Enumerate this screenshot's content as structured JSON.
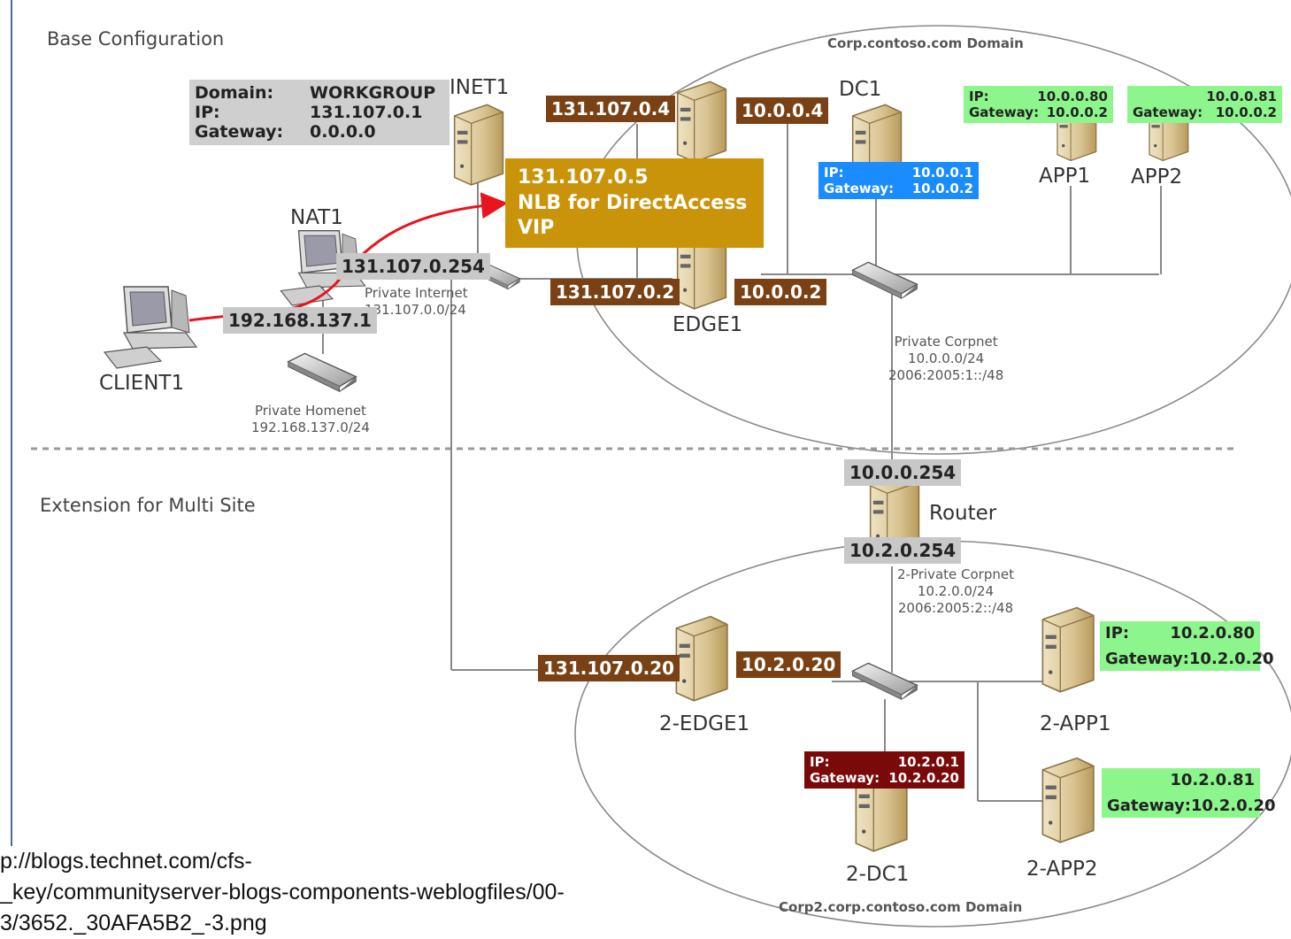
{
  "sections": {
    "base": "Base Configuration",
    "extension": "Extension for Multi Site"
  },
  "domains": {
    "corp": "Corp.contoso.com Domain",
    "corp2": "Corp2.corp.contoso.com Domain"
  },
  "hosts": {
    "inet1": "INET1",
    "nat1": "NAT1",
    "client1": "CLIENT1",
    "dc1": "DC1",
    "app1": "APP1",
    "app2": "APP2",
    "edge1": "EDGE1",
    "router": "Router",
    "edge2": "2-EDGE1",
    "app2_1": "2-APP1",
    "app2_2": "2-APP2",
    "dc2": "2-DC1"
  },
  "networks": {
    "private_internet": "Private Internet\n131.107.0.0/24",
    "private_homenet": "Private Homenet\n192.168.137.0/24",
    "private_corpnet": "Private Corpnet\n10.0.0.0/24\n2006:2005:1::/48",
    "private_corpnet2": "2-Private Corpnet\n10.2.0.0/24\n2006:2005:2::/48"
  },
  "inet1_info": {
    "domain_key": "Domain:",
    "domain_val": "WORKGROUP",
    "ip_key": "IP:",
    "ip_val": "131.107.0.1",
    "gw_key": "Gateway:",
    "gw_val": "0.0.0.0"
  },
  "nlb": {
    "line1": "131.107.0.5",
    "line2": "NLB for DirectAccess",
    "line3": "VIP"
  },
  "addresses": {
    "edge1_ext_top": "131.107.0.4",
    "edge1_int_top": "10.0.0.4",
    "edge1_ext_bottom": "131.107.0.2",
    "edge1_int_bottom": "10.0.0.2",
    "nat1_ext": "131.107.0.254",
    "nat1_int": "192.168.137.1",
    "router_top": "10.0.0.254",
    "router_bottom": "10.2.0.254",
    "edge2_ext": "131.107.0.20",
    "edge2_int": "10.2.0.20"
  },
  "ip_boxes": {
    "dc1": {
      "ip_key": "IP:",
      "ip_val": "10.0.0.1",
      "gw_key": "Gateway:",
      "gw_val": "10.0.0.2"
    },
    "app1": {
      "ip_key": "IP:",
      "ip_val": "10.0.0.80",
      "gw_key": "Gateway:",
      "gw_val": "10.0.0.2"
    },
    "app2": {
      "ip_val": "10.0.0.81",
      "gw_key": "Gateway:",
      "gw_val": "10.0.0.2"
    },
    "app2_1": {
      "ip_key": "IP:",
      "ip_val": "10.2.0.80",
      "gw_key": "Gateway:",
      "gw_val": "10.2.0.20"
    },
    "app2_2": {
      "ip_val": "10.2.0.81",
      "gw_key": "Gateway:",
      "gw_val": "10.2.0.20"
    },
    "dc2": {
      "ip_key": "IP:",
      "ip_val": "10.2.0.1",
      "gw_key": "Gateway:",
      "gw_val": "10.2.0.20"
    }
  },
  "source_url": "p://blogs.technet.com/cfs-\n_key/communityserver-blogs-components-weblogfiles/00-\n3/3652._30AFA5B2_-3.png",
  "colors": {
    "brown_tag": "#7a4214",
    "nlb_box": "#c9940a",
    "green_box": "#8cf58c",
    "blue_box": "#1a8cff",
    "maroon_box": "#7a0a0a",
    "arrow": "#e8141e"
  }
}
